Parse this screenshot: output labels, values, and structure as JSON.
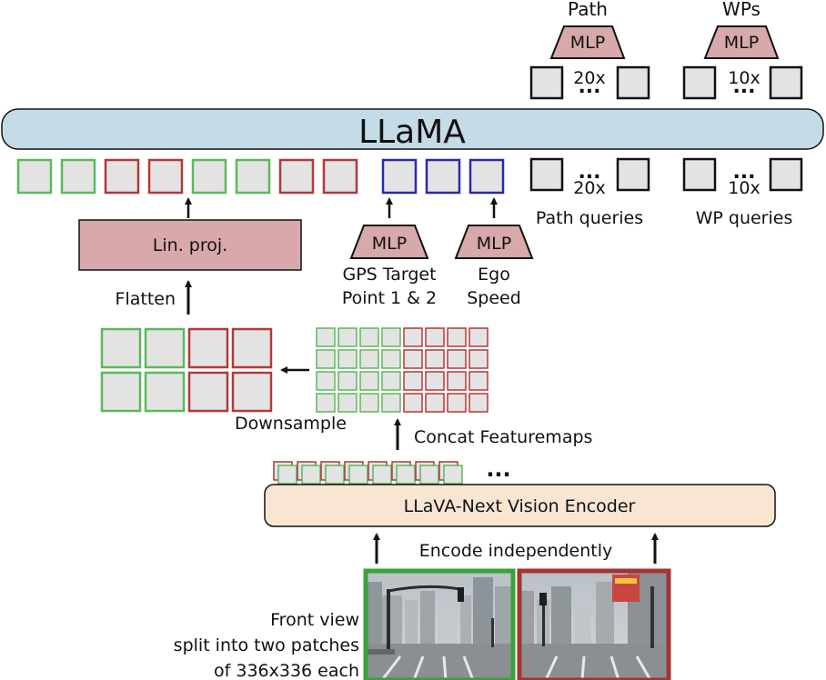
{
  "diagram": {
    "llm_label": "LLaMA",
    "lin_proj_label": "Lin. proj.",
    "flatten_label": "Flatten",
    "downsample_label": "Downsample",
    "concat_label": "Concat Featuremaps",
    "encoder_label": "LLaVA-Next Vision Encoder",
    "encode_label": "Encode independently",
    "ellipsis": "...",
    "front_view_label": {
      "line1": "Front view",
      "line2": "split into two patches",
      "line3": "of 336x336 each"
    },
    "gps_mlp": {
      "mlp_label": "MLP",
      "line1": "GPS Target",
      "line2": "Point 1 & 2"
    },
    "speed_mlp": {
      "mlp_label": "MLP",
      "line1": "Ego",
      "line2": "Speed"
    },
    "path_head": {
      "title": "Path",
      "mlp_label": "MLP",
      "count": "20x",
      "queries_label": "Path queries",
      "query_count": "20x"
    },
    "wp_head": {
      "title": "WPs",
      "mlp_label": "MLP",
      "count": "10x",
      "queries_label": "WP queries",
      "query_count": "10x"
    }
  },
  "colors": {
    "green": "#5cb85c",
    "red": "#b03a3a",
    "blue": "#2a2aa8",
    "gray_fill": "#e3e3e3",
    "llm_fill": "#c5dbe8",
    "mlp_fill": "#d8a9aa",
    "encoder_fill": "#f8e6d3"
  }
}
